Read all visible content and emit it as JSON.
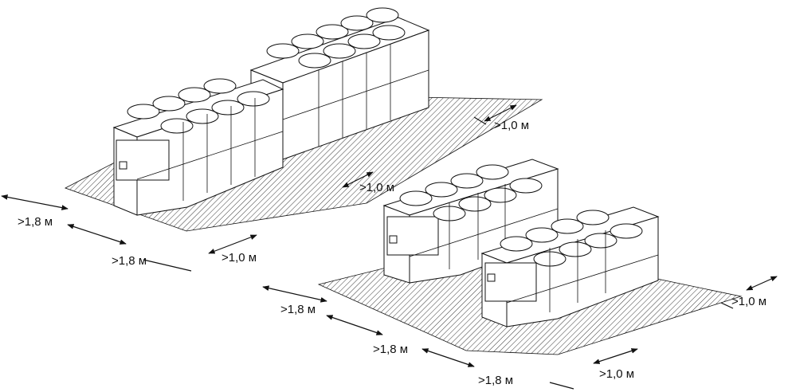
{
  "labels": {
    "a": ">1,0 м",
    "b": ">1,0 м",
    "c": ">1,8 м",
    "d": ">1,8 м",
    "e": ">1,0 м",
    "f": ">1,0 м",
    "g": ">1,8 м",
    "h": ">1,8 м",
    "i": ">1,8 м",
    "j": ">1,0 м"
  }
}
